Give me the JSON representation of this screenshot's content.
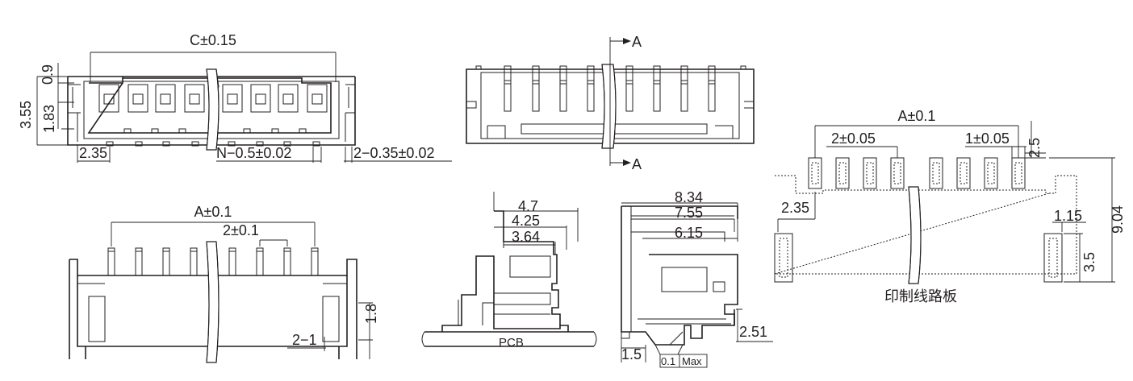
{
  "top_view": {
    "c_dim": "C±0.15",
    "d_09": "0.9",
    "d_355": "3.55",
    "d_183": "1.83",
    "d_235": "2.35",
    "n_pitch": "N−0.5±0.02",
    "pin_spec": "2−0.35±0.02"
  },
  "front_view": {
    "section_top": "A",
    "section_bottom": "A"
  },
  "side_view": {
    "a_dim": "A±0.1",
    "pitch": "2±0.1",
    "d_18": "1.8",
    "d_21": "2−1"
  },
  "section_view": {
    "d_47": "4.7",
    "d_425": "4.25",
    "d_364": "3.64",
    "pcb": "PCB"
  },
  "profile_view": {
    "d_834": "8.34",
    "d_755": "7.55",
    "d_615": "6.15",
    "d_251": "2.51",
    "d_15": "1.5",
    "tol_a": "0.1",
    "tol_b": "Max"
  },
  "pcb_layout": {
    "a_dim": "A±0.1",
    "pitch": "2±0.05",
    "d_1": "1±0.05",
    "d_25": "2.5",
    "d_235": "2.35",
    "d_115": "1.15",
    "d_904": "9.04",
    "d_35": "3.5",
    "caption": "印制线路板"
  }
}
